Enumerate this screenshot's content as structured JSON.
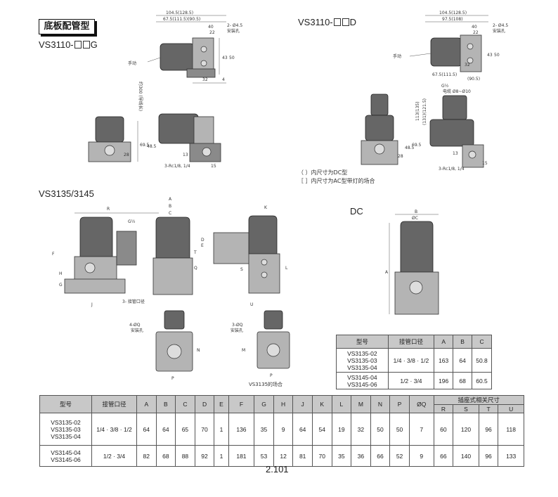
{
  "section_title": "底板配管型",
  "labels": {
    "vs3110_g_prefix": "VS3110-",
    "vs3110_g_suffix": "G",
    "vs3110_d_prefix": "VS3110-",
    "vs3110_d_suffix": "D",
    "vs3135_3145": "VS3135/3145",
    "dc": "DC"
  },
  "notes": {
    "paren_dc": "（ ）内尺寸为DC型",
    "bracket_ac": "［ ］内尺寸为AC型带灯的场合",
    "vs3135_case": "VS3135的场合"
  },
  "drawing_text": {
    "g_top_width": "104.5(128.5)",
    "g_top_width2": "67.5(111.5)(90.5)",
    "g_dim_40": "40",
    "g_dim_22": "22",
    "g_hole": "2- Ø4.5",
    "g_mount": "安装孔",
    "g_manual": "手动",
    "g_dim_43": "43",
    "g_dim_50": "50",
    "g_dim_32": "32",
    "g_dim_4": "4",
    "g_lead": "约300 (导线长)",
    "g_dim_69_5": "69.5",
    "g_dim_48_5": "48.5",
    "g_dim_28": "28",
    "g_dim_13": "13",
    "g_dim_15": "15",
    "g_port": "3-Rc1/8, 1/4",
    "d_top_width": "104.5(128.5)",
    "d_top_width2": "97.5(108)",
    "d_dim_40": "40",
    "d_dim_22": "22",
    "d_hole": "2- Ø4.5",
    "d_mount": "安装孔",
    "d_manual": "手动",
    "d_dim_43": "43",
    "d_dim_50": "50",
    "d_dim_32": "32",
    "d_bottom": "67.5(111.5)",
    "d_bottom2": "(90.5)",
    "d_conduit": "G½",
    "d_cable": "电缆 Ø8~Ø10",
    "d_dim_69_5": "69.5",
    "d_dim_48_5": "48.5",
    "d_dim_28": "28",
    "d_dim_13": "13",
    "d_dim_15": "15",
    "d_port": "3-Rc1/8, 1/4",
    "d_side1": "113(135)",
    "d_side2": "(131)(121.5)",
    "s_R": "R",
    "s_F": "F",
    "s_H": "H",
    "s_G": "G",
    "s_J": "J",
    "s_port_size": "3- 接管口径",
    "s_G_half": "G½",
    "s_A": "A",
    "s_B": "B",
    "s_C": "C",
    "s_D": "D",
    "s_E": "E",
    "s_T": "T",
    "s_Q": "Q",
    "s_K": "K",
    "s_S": "S",
    "s_L": "L",
    "s_U": "U",
    "s_N": "N",
    "s_P": "P",
    "s_M": "M",
    "s_4oq": "4-ØQ",
    "s_3oq": "3-ØQ",
    "s_mount1": "安装孔",
    "s_mount2": "安装孔",
    "dc_B": "B",
    "dc_C": "ØC",
    "dc_A": "A"
  },
  "small_table": {
    "headers": [
      "型号",
      "接管口径",
      "A",
      "B",
      "C"
    ],
    "rows": [
      {
        "models": [
          "VS3135-02",
          "VS3135-03",
          "VS3135-04"
        ],
        "port": "1/4 · 3/8 · 1/2",
        "A": "163",
        "B": "64",
        "C": "50.8"
      },
      {
        "models": [
          "VS3145-04",
          "VS3145-06"
        ],
        "port": "1/2 · 3/4",
        "A": "196",
        "B": "68",
        "C": "60.5"
      }
    ]
  },
  "main_table": {
    "headers": [
      "型号",
      "接管口径",
      "A",
      "B",
      "C",
      "D",
      "E",
      "F",
      "G",
      "H",
      "J",
      "K",
      "L",
      "M",
      "N",
      "P",
      "ØQ"
    ],
    "socket_header": "插座式相关尺寸",
    "socket_sub": [
      "R",
      "S",
      "T",
      "U"
    ],
    "rows": [
      {
        "models": [
          "VS3135-02",
          "VS3135-03",
          "VS3135-04"
        ],
        "port": "1/4 · 3/8 · 1/2",
        "values": [
          "64",
          "64",
          "65",
          "70",
          "1",
          "136",
          "35",
          "9",
          "64",
          "54",
          "19",
          "32",
          "50",
          "50",
          "7"
        ],
        "socket": [
          "60",
          "120",
          "96",
          "118"
        ]
      },
      {
        "models": [
          "VS3145-04",
          "VS3145-06"
        ],
        "port": "1/2 · 3/4",
        "values": [
          "82",
          "68",
          "88",
          "92",
          "1",
          "181",
          "53",
          "12",
          "81",
          "70",
          "35",
          "36",
          "66",
          "52",
          "9"
        ],
        "socket": [
          "66",
          "140",
          "96",
          "133"
        ]
      }
    ]
  },
  "page_number": "2.101"
}
